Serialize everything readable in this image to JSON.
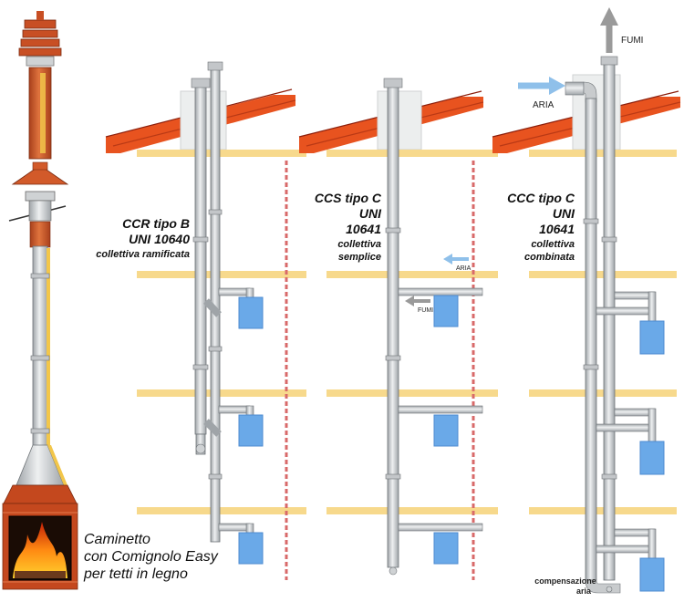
{
  "colors": {
    "floor": "#f7d98c",
    "roof": "#e8531f",
    "brick": "#d86a6a",
    "boiler": "#6aa9e8",
    "pipe": "#c8cbcd",
    "air_arrow": "#8fc0ea",
    "smoke_arrow": "#9a9a9a"
  },
  "chimney": {
    "caption": [
      "Caminetto",
      "con Comignolo Easy",
      "per tetti in legno"
    ]
  },
  "systems": [
    {
      "name": "CCR tipo B",
      "standard": "UNI 10640",
      "desc": [
        "collettiva ramificata"
      ]
    },
    {
      "name": "CCS tipo C",
      "standard": "UNI",
      "standard2": "10641",
      "desc": [
        "collettiva",
        "semplice"
      ],
      "labels": {
        "air": "ARIA",
        "smoke": "FUMI"
      }
    },
    {
      "name": "CCC tipo C",
      "standard": "UNI",
      "standard2": "10641",
      "desc": [
        "collettiva",
        "combinata"
      ],
      "labels": {
        "air": "ARIA",
        "smoke": "FUMI",
        "compensation": [
          "compensazione",
          "aria"
        ]
      }
    }
  ]
}
